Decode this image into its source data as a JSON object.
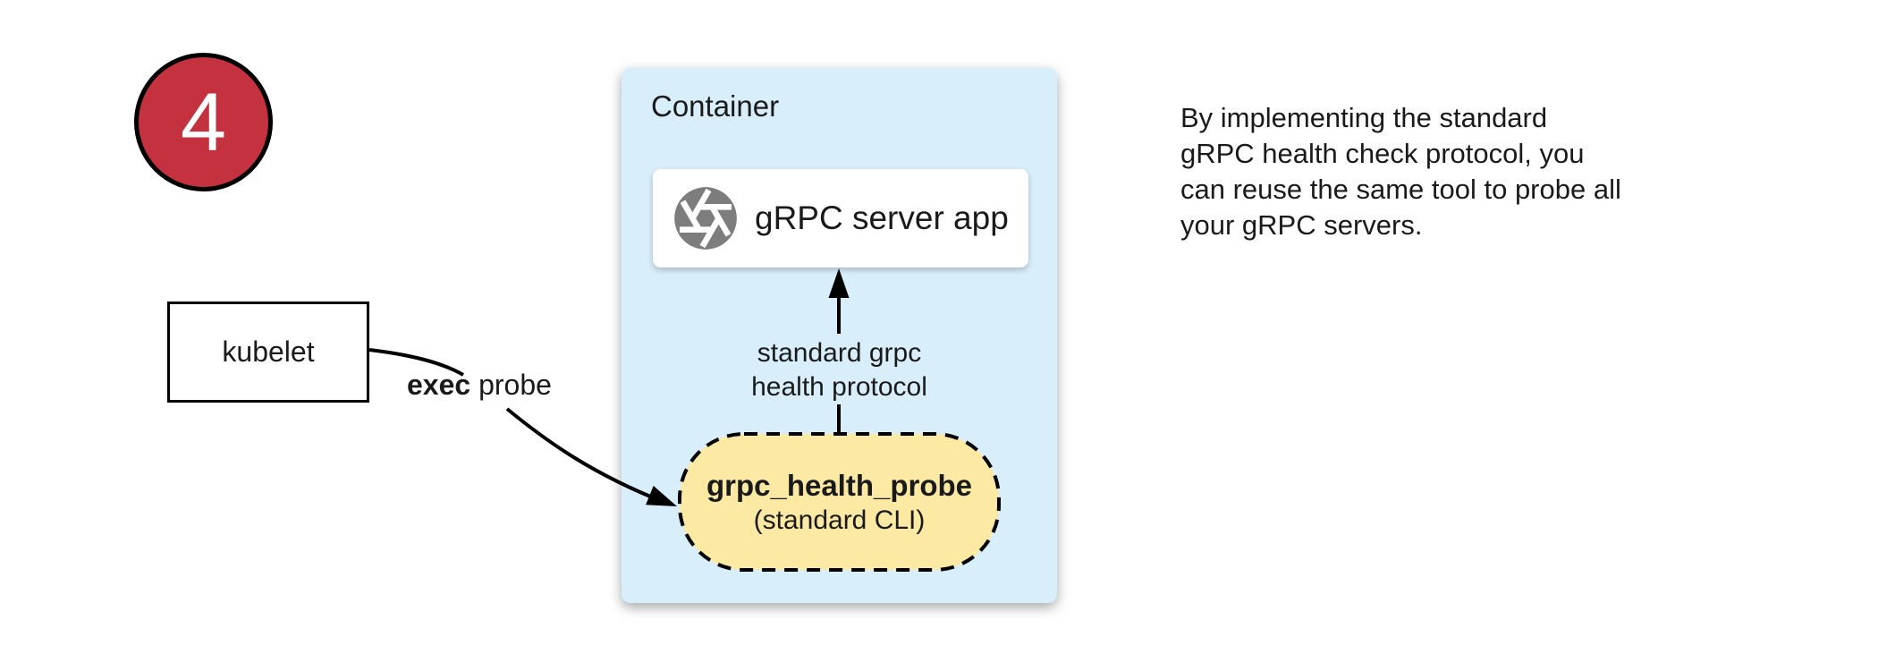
{
  "colors": {
    "badge_fill": "#c5323f",
    "container_fill": "#d9eefb",
    "probe_fill": "#fce9a3",
    "server_box_fill": "#ffffff",
    "icon_gray": "#7d7d7d",
    "arrow_black": "#000000"
  },
  "step_badge": {
    "number": "4"
  },
  "kubelet_box": {
    "label": "kubelet"
  },
  "exec_probe_label": {
    "bold": "exec",
    "rest": " probe"
  },
  "container": {
    "title": "Container",
    "server_box": {
      "label": "gRPC server app",
      "icon": "aperture-icon"
    },
    "protocol_label": {
      "line1": "standard grpc",
      "line2": "health protocol"
    },
    "probe_box": {
      "title": "grpc_health_probe",
      "subtitle": "(standard CLI)"
    }
  },
  "annotation": {
    "lines": [
      "By implementing the standard",
      "gRPC health check protocol, you",
      "can reuse the same tool to probe all",
      "your gRPC servers."
    ]
  }
}
